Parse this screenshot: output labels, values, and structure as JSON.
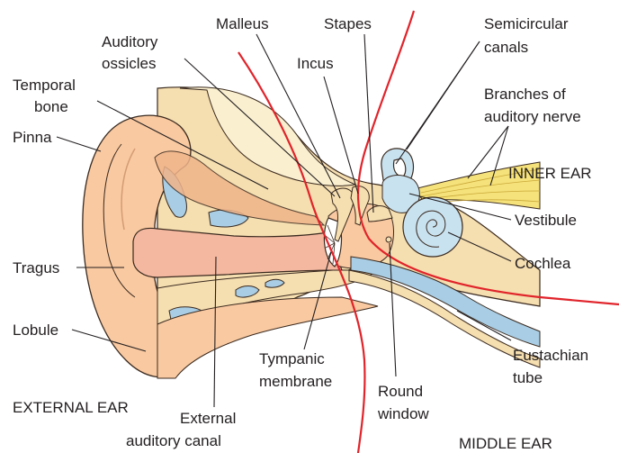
{
  "labels": {
    "malleus": "Malleus",
    "stapes": "Stapes",
    "semicircular_1": "Semicircular",
    "semicircular_2": "canals",
    "auditory_1": "Auditory",
    "auditory_2": "ossicles",
    "incus": "Incus",
    "temporal_1": "Temporal",
    "temporal_2": "bone",
    "branches_1": "Branches of",
    "branches_2": "auditory nerve",
    "pinna": "Pinna",
    "inner_ear": "INNER EAR",
    "vestibule": "Vestibule",
    "cochlea": "Cochlea",
    "tragus": "Tragus",
    "lobule": "Lobule",
    "eustachian_1": "Eustachian",
    "eustachian_2": "tube",
    "tympanic_1": "Tympanic",
    "tympanic_2": "membrane",
    "round_1": "Round",
    "round_2": "window",
    "external_ear": "EXTERNAL EAR",
    "ext_canal_1": "External",
    "ext_canal_2": "auditory canal",
    "middle_ear": "MIDDLE EAR"
  },
  "colors": {
    "skin": "#f9c9a1",
    "skin_dark": "#f0b48a",
    "bone": "#f5deb0",
    "bone_light": "#faefcf",
    "cavity": "#a8cde4",
    "canal_pink": "#f4b8a0",
    "nerve": "#f5e27a",
    "divider": "#e0242b",
    "outline": "#3a2a1f",
    "labyrinth": "#c9e2f0"
  }
}
